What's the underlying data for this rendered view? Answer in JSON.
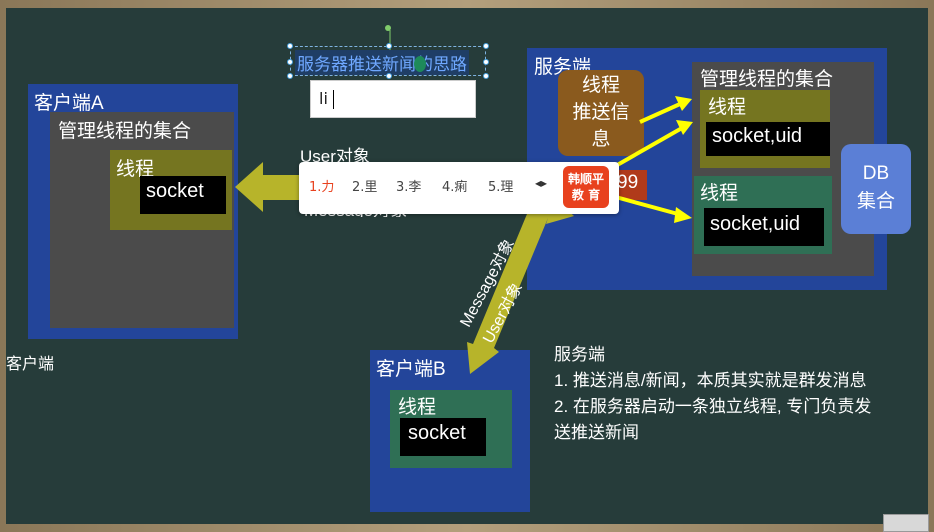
{
  "title_box": {
    "text": "服务器推送新闻的思路"
  },
  "edit_input": {
    "value": "li"
  },
  "client_a": {
    "title": "客户端A",
    "set": "管理线程的集合",
    "thread": "线程",
    "socket": "socket"
  },
  "client_side_label": "客户端",
  "server": {
    "title": "服务端",
    "push_thread": "线程\n推送信\n息",
    "set": "管理线程的集合",
    "thread1": {
      "label": "线程",
      "socket": "socket,uid"
    },
    "thread2": {
      "label": "线程",
      "socket": "socket,uid"
    },
    "db": "DB\n集合",
    "port_fragment": "99"
  },
  "arrow_labels": {
    "user": "User对象",
    "message_partial": "Message对象",
    "diag_message": "Message对象",
    "diag_user": "User对象"
  },
  "ime": {
    "candidates": [
      "1.力",
      "2.里",
      "3.李",
      "4.痢",
      "5.理"
    ],
    "nav": "◂▸",
    "logo": "韩顺平\n教 育"
  },
  "client_b": {
    "title": "客户端B",
    "thread": "线程",
    "socket": "socket"
  },
  "notes": {
    "title": "服务端",
    "line1": "1. 推送消息/新闻，本质其实就是群发消息",
    "line2": "2. 在服务器启动一条独立线程, 专门负责发",
    "line3": "送推送新闻"
  },
  "colors": {
    "board": "#263c3a",
    "box_blue": "#23459a",
    "box_gray": "#4b4b4b",
    "olive": "#757520",
    "green": "#2f6f55",
    "arrow": "#b7b42a",
    "yellow_arrow": "#ffff00",
    "push_brown": "#8a5a1e",
    "db_blue": "#5b7fd6",
    "logo_red": "#e8411e"
  }
}
